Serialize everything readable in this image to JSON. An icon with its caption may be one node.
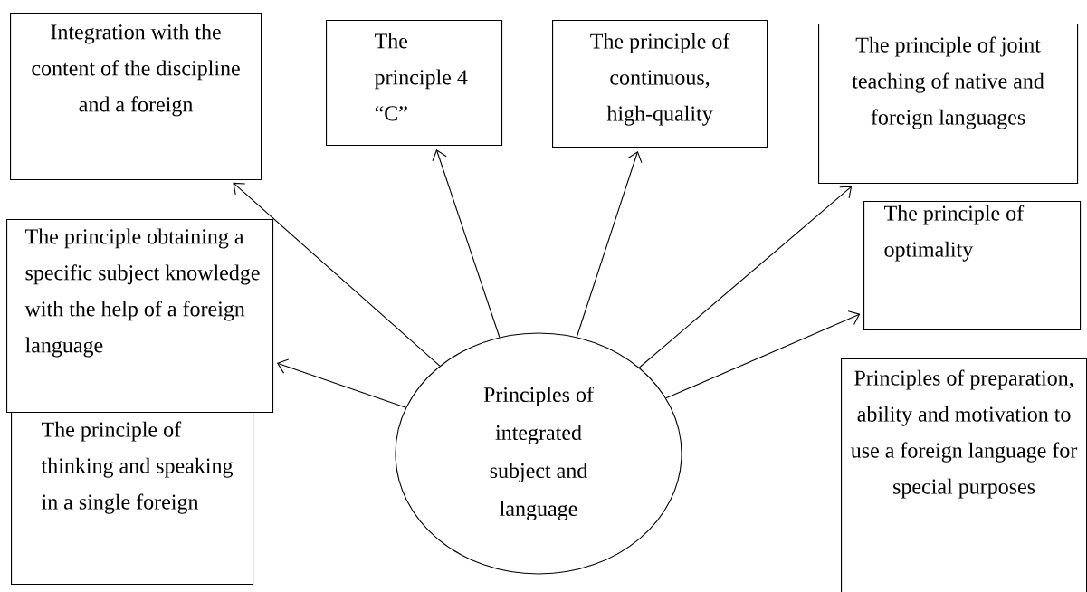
{
  "diagram": {
    "nodes": [
      {
        "text": [
          "Integration with the content of the discipline and a foreign"
        ]
      },
      {
        "text": [
          "The principle 4 “C”"
        ]
      },
      {
        "text": [
          "The principle of continuous, high-quality"
        ]
      },
      {
        "text": [
          "The principle of joint teaching of native and foreign languages"
        ]
      },
      {
        "text": [
          "The principle obtaining a specific subject knowledge with the help of a foreign language"
        ]
      },
      {
        "text": [
          "The principle of optimality"
        ]
      },
      {
        "text": [
          "Principles of integrated subject and language"
        ]
      },
      {
        "text": [
          "The principle of thinking and speaking in a single foreign"
        ]
      },
      {
        "text": [
          "Principles of preparation, ability and motivation to use a foreign language for special purposes"
        ]
      }
    ],
    "edges": [
      {
        "from": 6,
        "to": 0,
        "arrow": "to"
      },
      {
        "from": 6,
        "to": 1,
        "arrow": "to"
      },
      {
        "from": 6,
        "to": 2,
        "arrow": "to"
      },
      {
        "from": 6,
        "to": 3,
        "arrow": "to"
      },
      {
        "from": 6,
        "to": 4,
        "arrow": "to"
      },
      {
        "from": 6,
        "to": 5,
        "arrow": "to"
      }
    ]
  }
}
